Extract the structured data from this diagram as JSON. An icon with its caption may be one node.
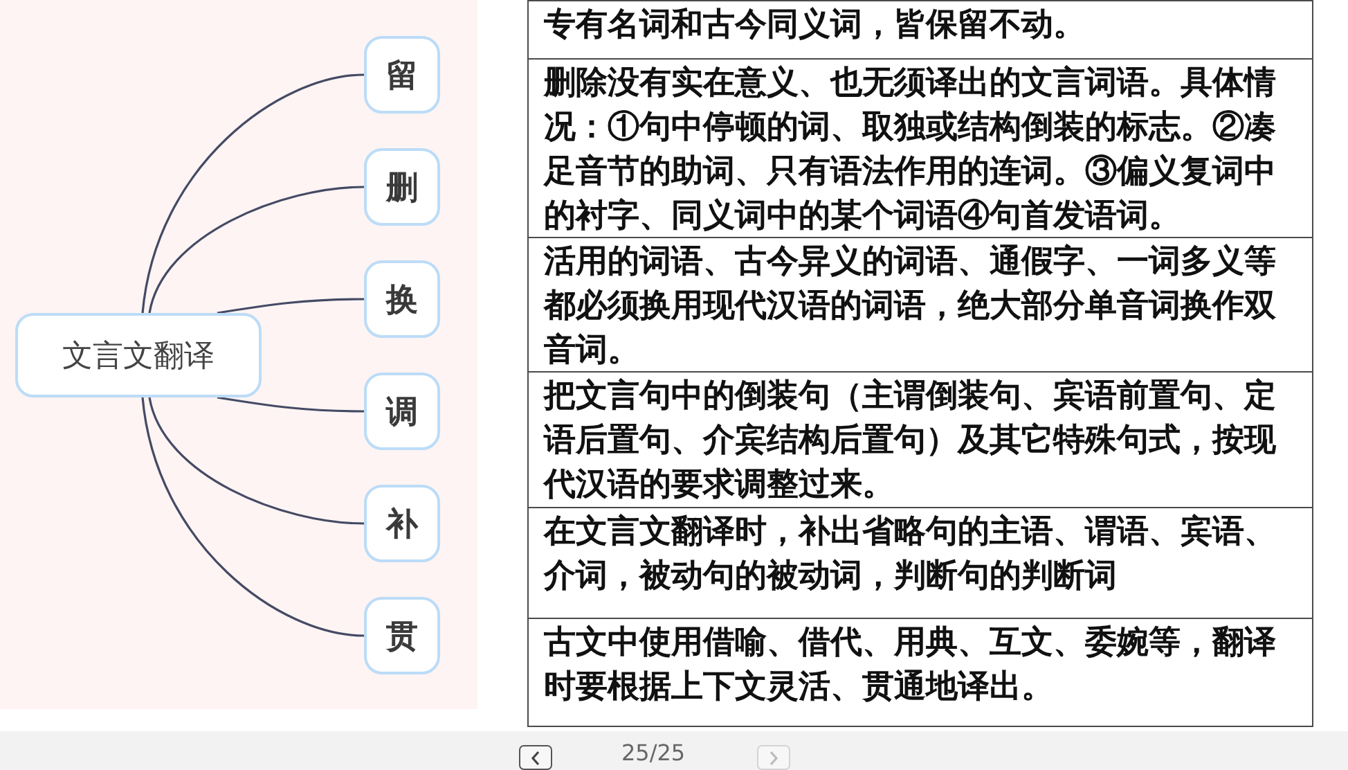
{
  "diagram": {
    "nodes": [
      {
        "text": [
          "文言文翻译"
        ]
      },
      {
        "text": [
          "留"
        ]
      },
      {
        "text": [
          "删"
        ]
      },
      {
        "text": [
          "换"
        ]
      },
      {
        "text": [
          "调"
        ]
      },
      {
        "text": [
          "补"
        ]
      },
      {
        "text": [
          "贯"
        ]
      }
    ],
    "edges": [
      {
        "from": 0,
        "to": 1,
        "arrow": "none"
      },
      {
        "from": 0,
        "to": 2,
        "arrow": "none"
      },
      {
        "from": 0,
        "to": 3,
        "arrow": "none"
      },
      {
        "from": 0,
        "to": 4,
        "arrow": "none"
      },
      {
        "from": 0,
        "to": 5,
        "arrow": "none"
      },
      {
        "from": 0,
        "to": 6,
        "arrow": "none"
      }
    ],
    "labels": [
      "专有名词和古今同义词，皆保留不动。",
      "删除没有实在意义、也无须译出的文言词语。具体情况：①句中停顿的词、取独或结构倒装的标志。②凑足音节的助词、只有语法作用的连词。③偏义复词中的衬字、同义词中的某个词语④句首发语词。",
      "活用的词语、古今异义的词语、通假字、一词多义等都必须换用现代汉语的词语，绝大部分单音词换作双音词。",
      "把文言句中的倒装句（主谓倒装句、宾语前置句、定语后置句、介宾结构后置句）及其它特殊句式，按现代汉语的要求调整过来。",
      "在文言文翻译时，补出省略句的主语、谓语、宾语、介词，被动句的被动词，判断句的判断词",
      "古文中使用借喻、借代、用典、互文、委婉等，翻译时要根据上下文灵活、贯通地译出。",
      "25/25"
    ]
  }
}
